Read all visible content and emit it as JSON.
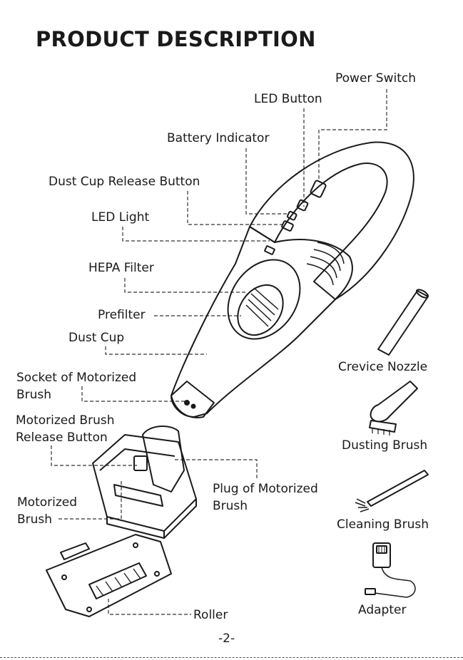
{
  "page": {
    "title": "PRODUCT DESCRIPTION",
    "page_number": "-2-"
  },
  "labels": {
    "power_switch": "Power Switch",
    "led_button": "LED Button",
    "battery_indicator": "Battery Indicator",
    "dust_cup_release_button": "Dust Cup Release Button",
    "led_light": "LED Light",
    "hepa_filter": "HEPA Filter",
    "prefilter": "Prefilter",
    "dust_cup": "Dust Cup",
    "socket_line1": "Socket of Motorized",
    "socket_line2": "Brush",
    "mb_release_line1": "Motorized Brush",
    "mb_release_line2": "Release Button",
    "motorized_brush_line1": "Motorized",
    "motorized_brush_line2": "Brush",
    "plug_line1": "Plug of Motorized",
    "plug_line2": "Brush",
    "roller": "Roller",
    "crevice_nozzle": "Crevice Nozzle",
    "dusting_brush": "Dusting Brush",
    "cleaning_brush": "Cleaning Brush",
    "adapter": "Adapter"
  }
}
